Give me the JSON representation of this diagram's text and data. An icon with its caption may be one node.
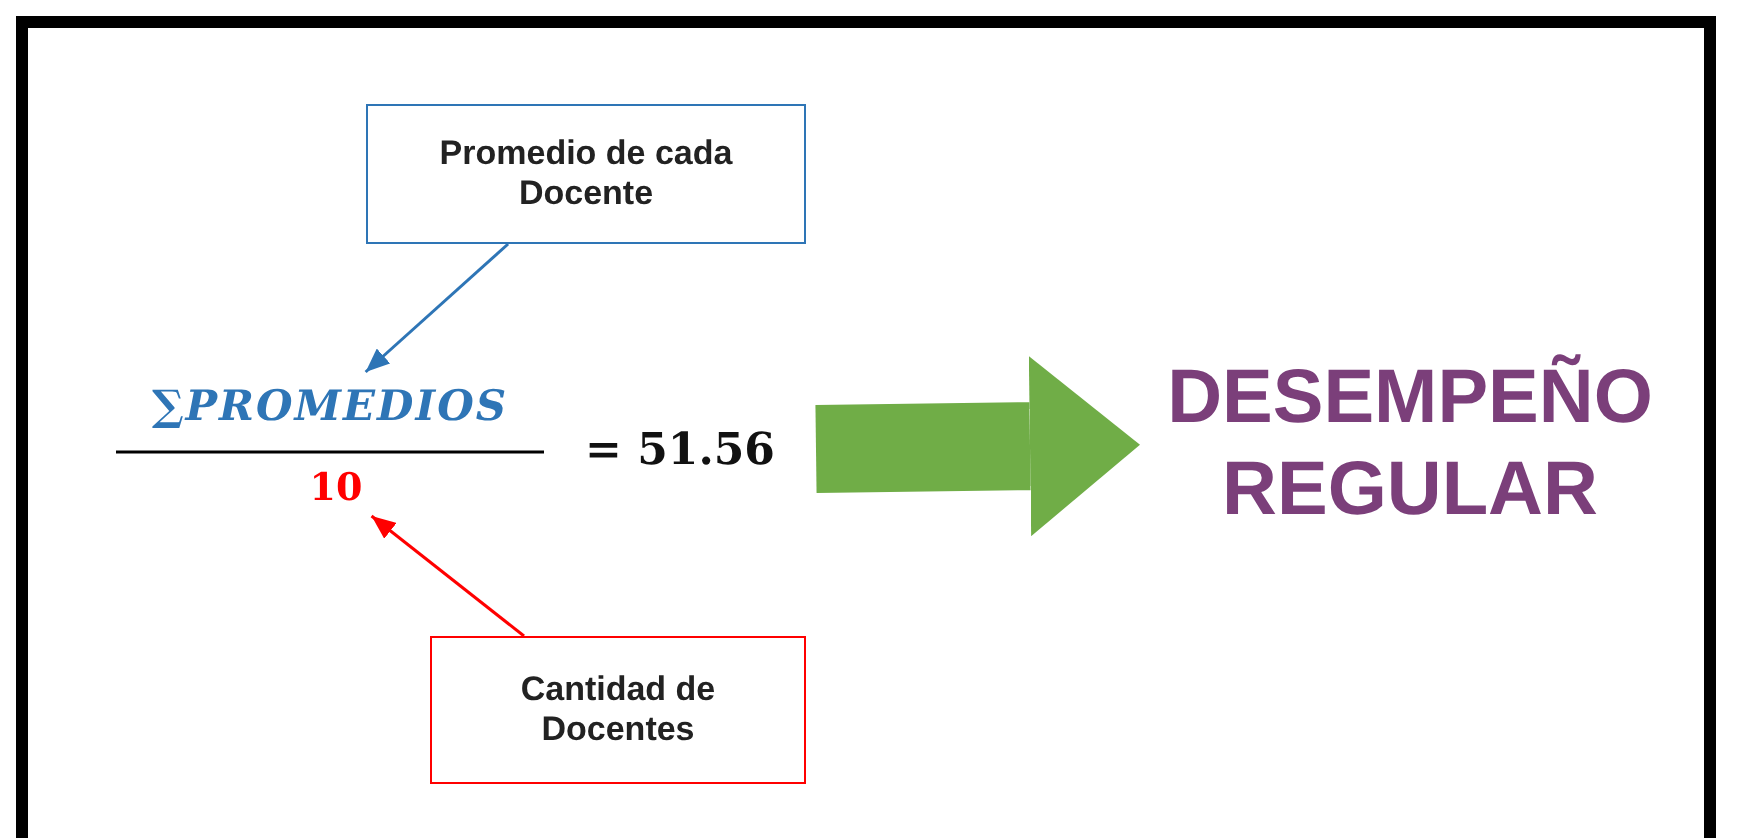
{
  "diagram": {
    "nodes": [
      {
        "text": [
          "Promedio de cada Docente"
        ]
      },
      {
        "text": [
          "∑PROMEDIOS"
        ]
      },
      {
        "text": [
          "10"
        ]
      },
      {
        "text": [
          "Cantidad de Docentes"
        ]
      },
      {
        "text": [
          "= 51.56"
        ]
      },
      {
        "text": [
          "DESEMPEÑO REGULAR"
        ]
      }
    ],
    "edges": [
      {
        "from": 0,
        "to": 1,
        "arrow": "to",
        "color": "#2e75b6"
      },
      {
        "from": 3,
        "to": 2,
        "arrow": "to",
        "color": "#ff0000"
      },
      {
        "from": 4,
        "to": 5,
        "arrow": "to",
        "style": "thick",
        "color": "#70ad47"
      }
    ]
  }
}
